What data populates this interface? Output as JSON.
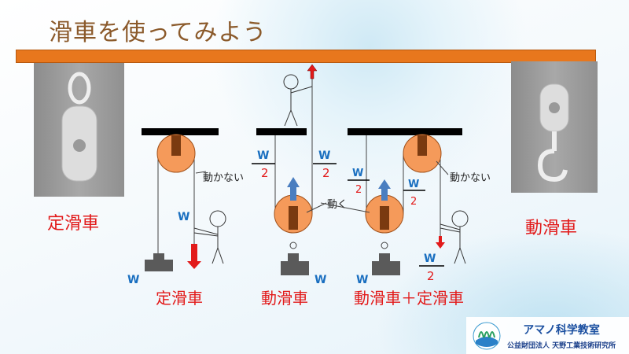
{
  "slide": {
    "title": "滑車を使ってみよう"
  },
  "photos": {
    "left_caption": "定滑車",
    "right_caption": "動滑車"
  },
  "diagrams": {
    "fixed": {
      "caption": "定滑車",
      "note": "動かない",
      "force": "W",
      "weight": "W"
    },
    "movable": {
      "caption": "動滑車",
      "note": "動く",
      "left_num": "W",
      "left_den": "2",
      "right_num": "W",
      "right_den": "2",
      "weight": "W"
    },
    "combined": {
      "caption": "動滑車＋定滑車",
      "note": "動かない",
      "left_num": "W",
      "left_den": "2",
      "mid_num": "W",
      "mid_den": "2",
      "force_num": "W",
      "force_den": "2",
      "weight": "W"
    }
  },
  "logo": {
    "name": "アマノ科学教室",
    "org": "公益財団法人 天野工業技術研究所"
  },
  "colors": {
    "beam": "#e8771d",
    "pulley": "#f59a5a",
    "axle": "#7a3a10",
    "red": "#e21a1a",
    "blue": "#1a6fc0",
    "weight": "#5a5a5a"
  }
}
